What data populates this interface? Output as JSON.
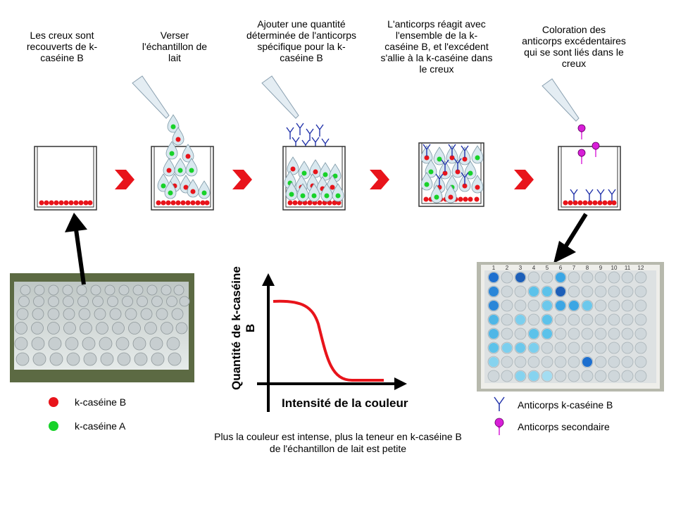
{
  "steps": [
    {
      "label": "Les creux sont recouverts de k-caséine B"
    },
    {
      "label": "Verser l'échantillon de lait"
    },
    {
      "label": "Ajouter une quantité déterminée de l'anticorps spécifique pour la k-caséine B"
    },
    {
      "label": "L'anticorps réagit avec l'ensemble de la k-caséine B, et l'excédent s'allie à la k-caséine dans le creux"
    },
    {
      "label": "Coloration des anticorps excédentaires qui se sont liés dans le creux"
    }
  ],
  "graph": {
    "ylabel": "Quantité de k-caséine B",
    "xlabel": "Intensité de la couleur",
    "caption": "Plus la couleur est intense, plus la teneur en k-caséine B de l'échantillon de lait est petite"
  },
  "legend_left": [
    {
      "label": "k-caséine B",
      "color": "#e8141b"
    },
    {
      "label": "k-caséine A",
      "color": "#18d22a"
    }
  ],
  "legend_right": [
    {
      "label": "Anticorps k-caséine B",
      "icon": "antibody-icon",
      "color": "#2233aa"
    },
    {
      "label": "Anticorps secondaire",
      "icon": "secondary-antibody-icon",
      "color": "#d81ed8"
    }
  ],
  "plate": {
    "columns": [
      "1",
      "2",
      "3",
      "4",
      "5",
      "6",
      "7",
      "8",
      "9",
      "10",
      "11",
      "12"
    ]
  },
  "colors": {
    "arrow": "#e8141b",
    "curve": "#e8141b",
    "well_stroke": "#333333"
  }
}
